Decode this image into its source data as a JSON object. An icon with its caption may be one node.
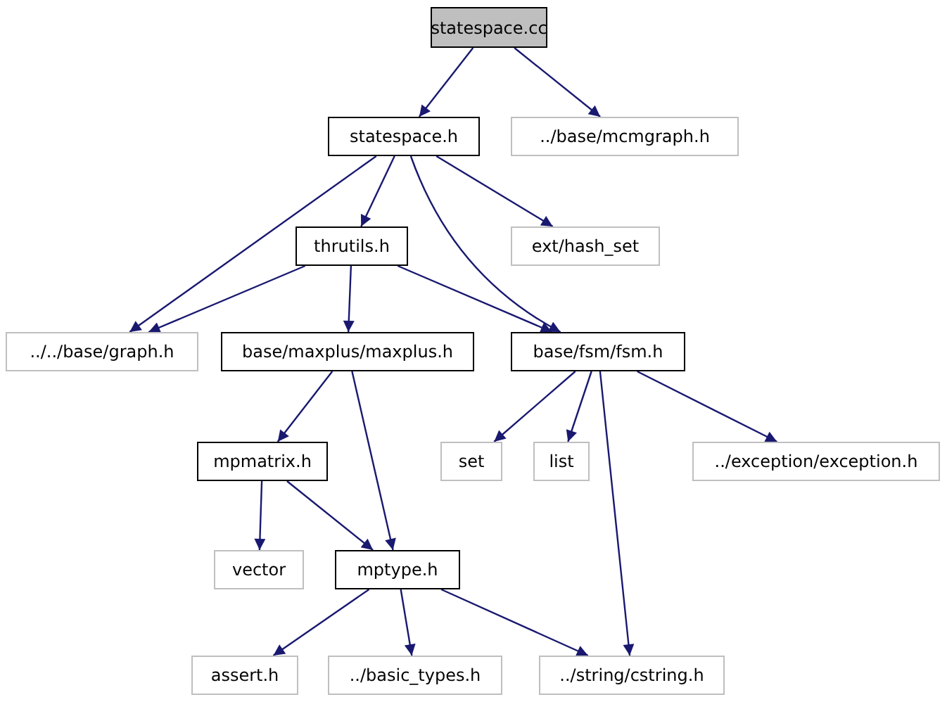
{
  "diagram": {
    "nodes": [
      {
        "text": [
          "statespace.cc"
        ]
      },
      {
        "text": [
          "statespace.h"
        ]
      },
      {
        "text": [
          "../base/mcmgraph.h"
        ]
      },
      {
        "text": [
          "thrutils.h"
        ]
      },
      {
        "text": [
          "ext/hash_set"
        ]
      },
      {
        "text": [
          "../../base/graph.h"
        ]
      },
      {
        "text": [
          "base/maxplus/maxplus.h"
        ]
      },
      {
        "text": [
          "base/fsm/fsm.h"
        ]
      },
      {
        "text": [
          "mpmatrix.h"
        ]
      },
      {
        "text": [
          "set"
        ]
      },
      {
        "text": [
          "list"
        ]
      },
      {
        "text": [
          "../exception/exception.h"
        ]
      },
      {
        "text": [
          "vector"
        ]
      },
      {
        "text": [
          "mptype.h"
        ]
      },
      {
        "text": [
          "assert.h"
        ]
      },
      {
        "text": [
          "../basic_types.h"
        ]
      },
      {
        "text": [
          "../string/cstring.h"
        ]
      }
    ],
    "edges": [
      {
        "from": 0,
        "to": 1,
        "arrow": "to"
      },
      {
        "from": 0,
        "to": 2,
        "arrow": "to"
      },
      {
        "from": 1,
        "to": 3,
        "arrow": "to"
      },
      {
        "from": 1,
        "to": 5,
        "arrow": "to"
      },
      {
        "from": 1,
        "to": 4,
        "arrow": "to"
      },
      {
        "from": 1,
        "to": 7,
        "arrow": "to"
      },
      {
        "from": 3,
        "to": 5,
        "arrow": "to"
      },
      {
        "from": 3,
        "to": 6,
        "arrow": "to"
      },
      {
        "from": 3,
        "to": 7,
        "arrow": "to"
      },
      {
        "from": 7,
        "to": 9,
        "arrow": "to"
      },
      {
        "from": 7,
        "to": 10,
        "arrow": "to"
      },
      {
        "from": 7,
        "to": 11,
        "arrow": "to"
      },
      {
        "from": 7,
        "to": 16,
        "arrow": "to"
      },
      {
        "from": 6,
        "to": 8,
        "arrow": "to"
      },
      {
        "from": 6,
        "to": 13,
        "arrow": "to"
      },
      {
        "from": 8,
        "to": 12,
        "arrow": "to"
      },
      {
        "from": 8,
        "to": 13,
        "arrow": "to"
      },
      {
        "from": 13,
        "to": 14,
        "arrow": "to"
      },
      {
        "from": 13,
        "to": 15,
        "arrow": "to"
      },
      {
        "from": 13,
        "to": 16,
        "arrow": "to"
      }
    ]
  }
}
